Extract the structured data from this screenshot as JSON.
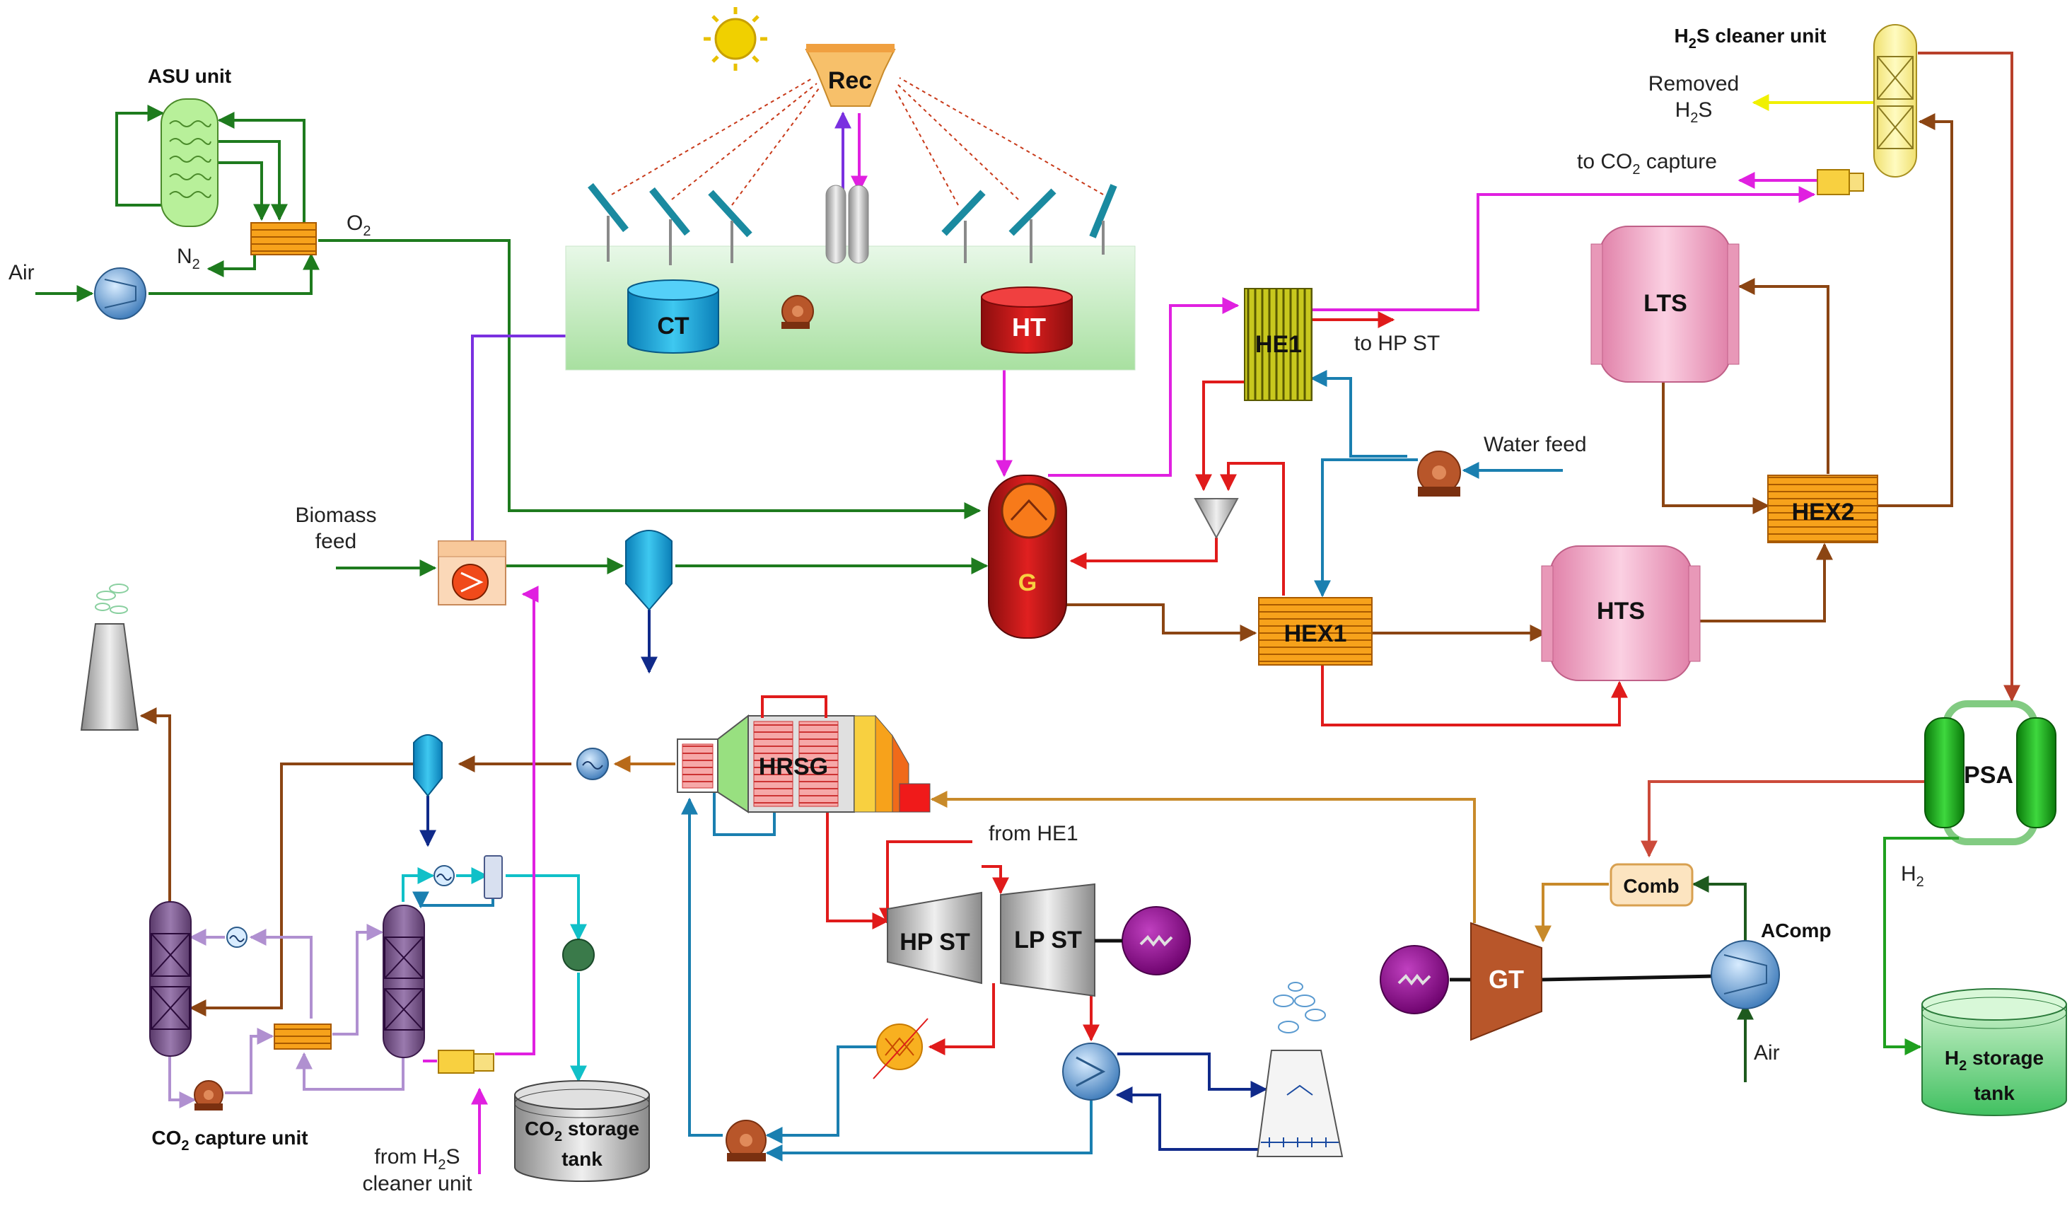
{
  "labels": {
    "asu": "ASU unit",
    "air_asu": "Air",
    "n2": "N",
    "o2": "O",
    "sub2": "2",
    "rec": "Rec",
    "ct": "CT",
    "ht": "HT",
    "biomass_1": "Biomass",
    "biomass_2": "feed",
    "gasifier": "G",
    "he1": "HE1",
    "to_hp_st": "to HP ST",
    "water_feed": "Water feed",
    "hex1": "HEX1",
    "hts": "HTS",
    "lts": "LTS",
    "hex2": "HEX2",
    "h2s_unit_pre": "H",
    "h2s_unit_post": "S cleaner unit",
    "removed_1": "Removed",
    "removed_2_pre": "H",
    "removed_2_post": "S",
    "to_co2_pre": "to CO",
    "to_co2_post": " capture",
    "psa": "PSA",
    "h2_pre": "H",
    "comb": "Comb",
    "acomp": "AComp",
    "gt": "GT",
    "air_gt": "Air",
    "h2_tank_1_pre": "H",
    "h2_tank_1_post": " storage",
    "h2_tank_2": "tank",
    "hrsg": "HRSG",
    "from_he1": "from HE1",
    "hp_st": "HP ST",
    "lp_st": "LP ST",
    "co2_unit_pre": "CO",
    "co2_unit_post": " capture unit",
    "from_h2s_1_pre": "from H",
    "from_h2s_1_post": "S",
    "from_h2s_2": "cleaner unit",
    "co2_tank_1_pre": "CO",
    "co2_tank_1_post": " storage",
    "co2_tank_2": "tank"
  },
  "colors": {
    "oxygen_line": "#1e7b1e",
    "syngas_line": "#8b4513",
    "hot_line": "#e01b1b",
    "magenta_line": "#e020e0",
    "water_line": "#1a7fb0",
    "cycle_line": "#b090d0",
    "cyan_line": "#10c0c8",
    "navy_line": "#102a8a",
    "orange_line": "#c88a2a",
    "purple_line": "#7a30e0"
  }
}
